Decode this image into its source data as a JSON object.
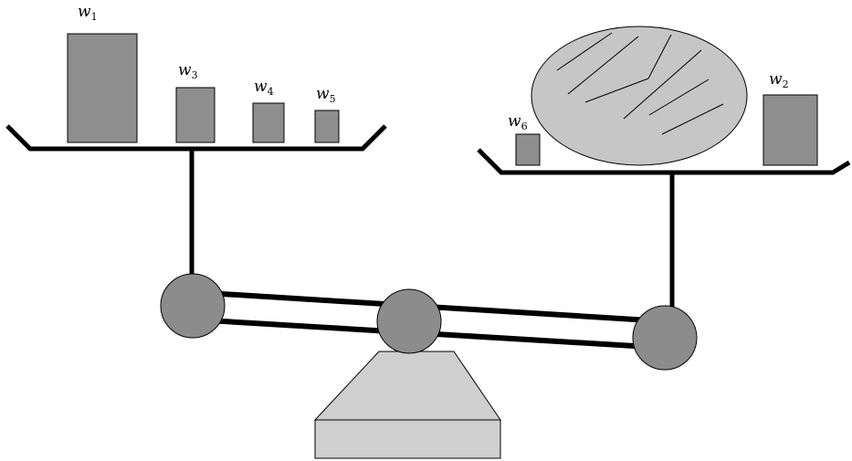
{
  "weights": {
    "w1": {
      "base": "w",
      "sub": "1"
    },
    "w3": {
      "base": "w",
      "sub": "3"
    },
    "w4": {
      "base": "w",
      "sub": "4"
    },
    "w5": {
      "base": "w",
      "sub": "5"
    },
    "w6": {
      "base": "w",
      "sub": "6"
    },
    "w2": {
      "base": "w",
      "sub": "2"
    }
  },
  "colors": {
    "weight_fill": "#8e8e8e",
    "object_fill": "#c6c6c6",
    "pivot_fill": "#8c8c8c",
    "base_fill": "#cfcfcf",
    "stroke": "#000000"
  }
}
